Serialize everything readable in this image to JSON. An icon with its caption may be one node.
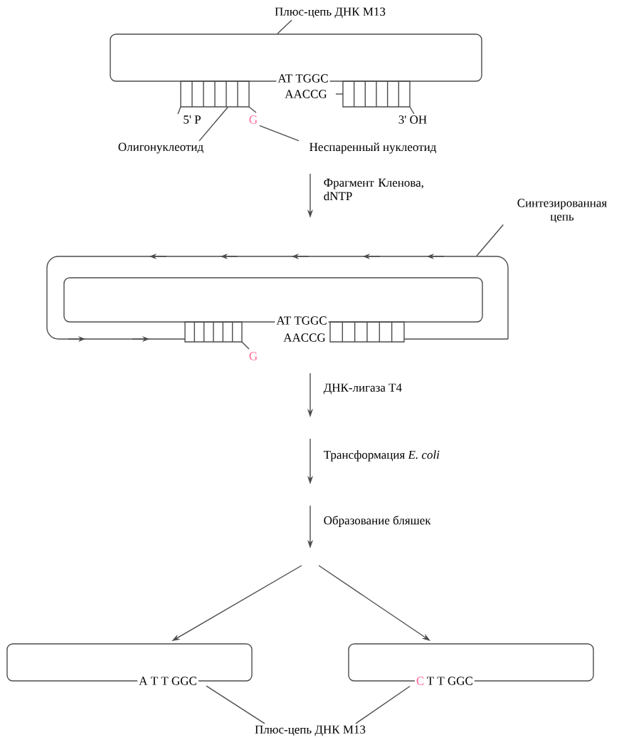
{
  "diagram": {
    "nodes": [
      {
        "text": [
          "Плюс-цепь ДНК M13"
        ]
      },
      {
        "text": [],
        "shape": "box"
      },
      {
        "text": [],
        "shape": "bar"
      },
      {
        "text": [
          "Олигонуклеотид"
        ]
      },
      {
        "text": [
          "G"
        ]
      },
      {
        "text": [
          "Неспаренный нуклеотид"
        ]
      },
      {
        "text": [],
        "shape": "box",
        "in": 8
      },
      {
        "text": [
          "Синтезированная цепь"
        ]
      },
      {
        "text": [],
        "shape": "box"
      },
      {
        "text": [],
        "shape": "box"
      },
      {
        "text": [],
        "shape": "box"
      },
      {
        "text": [
          "Плюс-цепь ДНК M13"
        ]
      }
    ],
    "edges": [
      {
        "from": 0,
        "to": 1,
        "arrow": "none"
      },
      {
        "from": 3,
        "to": 2,
        "arrow": "none"
      },
      {
        "from": 5,
        "to": 4,
        "arrow": "none"
      },
      {
        "from": 7,
        "to": 8,
        "arrow": "none"
      },
      {
        "from": null,
        "to": 9,
        "arrow": "to"
      },
      {
        "from": null,
        "to": 10,
        "arrow": "to"
      },
      {
        "from": 11,
        "to": 9,
        "arrow": "none"
      },
      {
        "from": 11,
        "to": 10,
        "arrow": "none"
      }
    ],
    "labels": [
      "AT TGGC",
      "AACCG",
      "5' P",
      "3' OH",
      "Фрагмент Кленова, dNTP",
      "AT TGGC",
      "AACCG",
      "G",
      "ДНК-лигаза T4",
      "Трансформация *E. coli*",
      "Образование бляшек",
      "A T T GGC",
      "C",
      "T T GGC"
    ]
  }
}
